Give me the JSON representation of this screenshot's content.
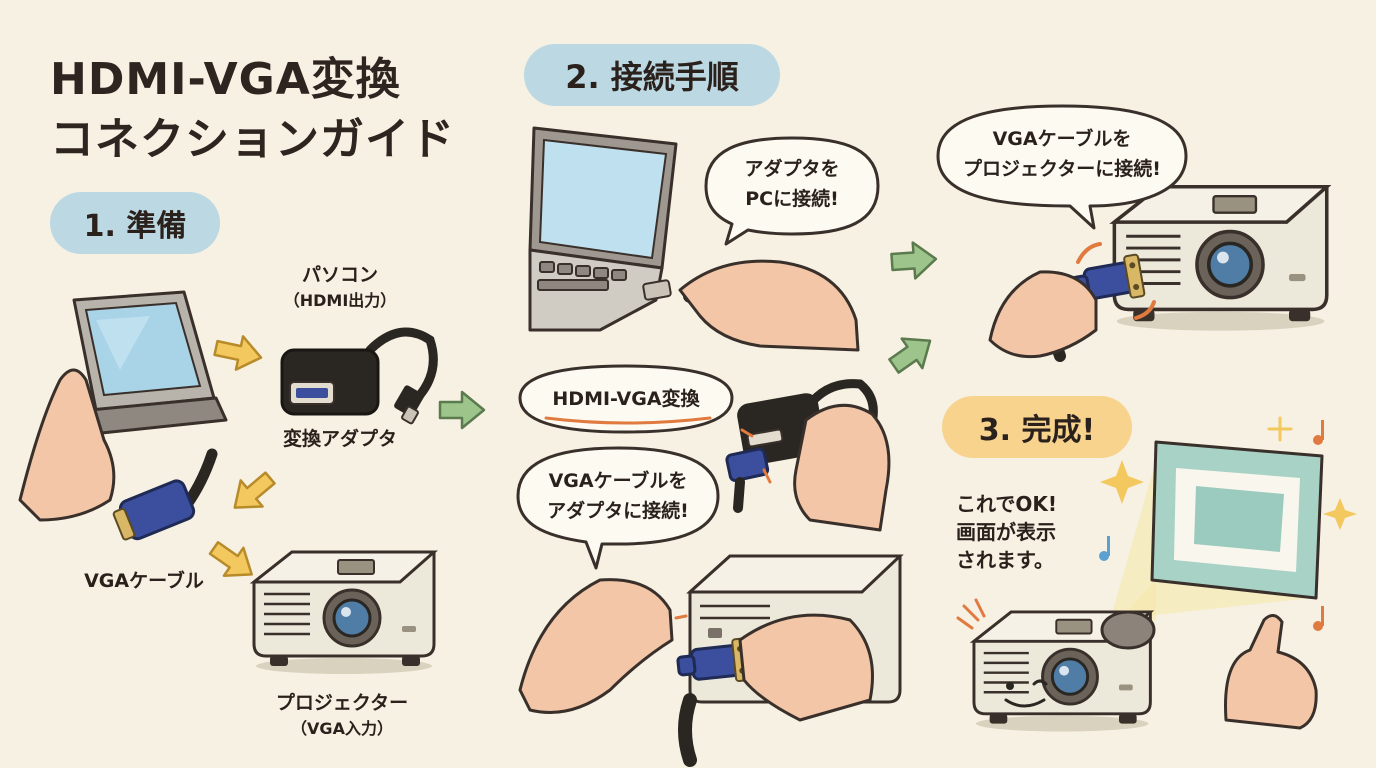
{
  "title": {
    "line1": "HDMI-VGA変換",
    "line2": "コネクションガイド"
  },
  "steps": {
    "prep": "1. 準備",
    "connect": "2. 接続手順",
    "done": "3. 完成!"
  },
  "prep_labels": {
    "pc": "パソコン",
    "pc_sub": "（HDMI出力）",
    "adapter": "変換アダプタ",
    "vga_cable": "VGAケーブル",
    "projector": "プロジェクター",
    "projector_sub": "（VGA入力）"
  },
  "bubbles": {
    "adapter_to_pc_1": "アダプタを",
    "adapter_to_pc_2": "PCに接続!",
    "vga_to_proj_1": "VGAケーブルを",
    "vga_to_proj_2": "プロジェクターに接続!",
    "hdmi_vga": "HDMI-VGA変換",
    "vga_to_adapter_1": "VGAケーブルを",
    "vga_to_adapter_2": "アダプタに接続!"
  },
  "result": {
    "line1": "これでOK!",
    "line2": "画面が表示",
    "line3": "されます。"
  },
  "colors": {
    "background": "#f7f1e3",
    "step_pill_blue": "#bcd8e3",
    "step_pill_orange": "#f7d38e",
    "arrow_green": "#9cc48b",
    "arrow_yellow": "#f3c85e",
    "vga_blue": "#3b4f9e",
    "projector_body": "#ece8da",
    "screen_teal": "#9bcbbe"
  }
}
